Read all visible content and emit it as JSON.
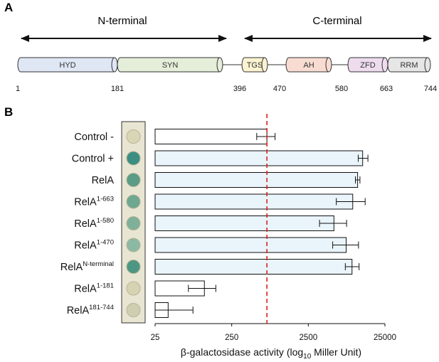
{
  "panels": {
    "a": "A",
    "b": "B"
  },
  "panel_a": {
    "n_terminal_label": "N-terminal",
    "c_terminal_label": "C-terminal",
    "domains": [
      {
        "name": "HYD",
        "start": 1,
        "end": 181,
        "color": "#dfe6f4"
      },
      {
        "name": "SYN",
        "start": 181,
        "end": 370,
        "color": "#e5eed9"
      },
      {
        "name": "TGS",
        "start": 396,
        "end": 440,
        "color": "#fbf2cf"
      },
      {
        "name": "AH",
        "start": 470,
        "end": 580,
        "color": "#f8dcd2"
      },
      {
        "name": "ZFD",
        "start": 605,
        "end": 663,
        "color": "#eedcee"
      },
      {
        "name": "RRM",
        "start": 663,
        "end": 744,
        "color": "#e6e6e6"
      }
    ],
    "positions": [
      "1",
      "181",
      "396",
      "470",
      "580",
      "663",
      "744"
    ]
  },
  "panel_b": {
    "plate_color": "#e8e6d2",
    "spot_colors": [
      "#d8d6b4",
      "#3c8e82",
      "#5a9c86",
      "#6ea890",
      "#7eb09a",
      "#8cb9a4",
      "#4e9684",
      "#d6d3b2",
      "#cfceb0"
    ]
  },
  "chart_data": {
    "type": "bar",
    "orientation": "horizontal",
    "xscale": "log",
    "xlim": [
      25,
      25000
    ],
    "xticks": [
      "25",
      "250",
      "2500",
      "25000"
    ],
    "xlabel_pre": "β-galactosidase activity (log",
    "xlabel_sub": "10",
    "xlabel_post": " Miller Unit)",
    "reference_line": 720,
    "reference_color": "#d8231f",
    "bar_colors": {
      "filled": "#e9f4fb",
      "empty": "#ffffff"
    },
    "categories": [
      {
        "base": "Control -",
        "sup": "",
        "value": 720,
        "err_low": 530,
        "err_high": 920,
        "filled": false
      },
      {
        "base": "Control +",
        "sup": "",
        "value": 12800,
        "err_low": 11200,
        "err_high": 15000,
        "filled": true
      },
      {
        "base": "RelA",
        "sup": "",
        "value": 11000,
        "err_low": 10300,
        "err_high": 11800,
        "filled": true
      },
      {
        "base": "RelA",
        "sup": "1-663",
        "value": 9500,
        "err_low": 5800,
        "err_high": 13800,
        "filled": true
      },
      {
        "base": "RelA",
        "sup": "1-580",
        "value": 5400,
        "err_low": 3500,
        "err_high": 7900,
        "filled": true
      },
      {
        "base": "RelA",
        "sup": "1-470",
        "value": 7800,
        "err_low": 5200,
        "err_high": 11300,
        "filled": true
      },
      {
        "base": "RelA",
        "sup": "N-terminal",
        "value": 9300,
        "err_low": 7600,
        "err_high": 11500,
        "filled": true
      },
      {
        "base": "RelA",
        "sup": "1-181",
        "value": 110,
        "err_low": 68,
        "err_high": 155,
        "filled": false
      },
      {
        "base": "RelA",
        "sup": "181-744",
        "value": 37,
        "err_low": 25,
        "err_high": 78,
        "filled": false
      }
    ]
  }
}
